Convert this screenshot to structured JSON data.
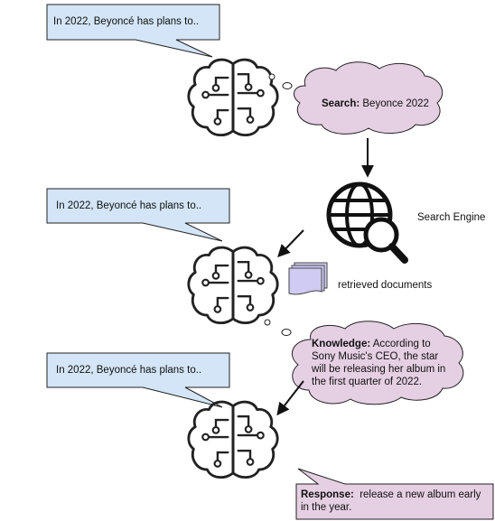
{
  "prompt_bubbles": [
    {
      "text": "In 2022, Beyoncé has plans to.."
    },
    {
      "text": "In 2022, Beyoncé has plans to.."
    },
    {
      "text": "In 2022, Beyoncé has plans to.."
    }
  ],
  "search_thought": {
    "label": "Search:",
    "text": "Beyonce 2022"
  },
  "search_engine": {
    "label": "Search Engine"
  },
  "retrieved": {
    "label": "retrieved documents"
  },
  "knowledge_thought": {
    "label": "Knowledge:",
    "lines": [
      "According to",
      "Sony Music's CEO, the star",
      "will be releasing her album in",
      "the first quarter of 2022."
    ]
  },
  "response": {
    "label": "Response:",
    "text": "release a new album early in the year."
  },
  "colors": {
    "bubble_fill": "#d3e5f6",
    "cloud_fill": "#e5cfe3",
    "doc_fill": "#cfcbf2",
    "stroke": "#222222"
  },
  "icons": [
    "brain-icon",
    "globe-search-icon",
    "documents-icon",
    "arrow-icon"
  ]
}
